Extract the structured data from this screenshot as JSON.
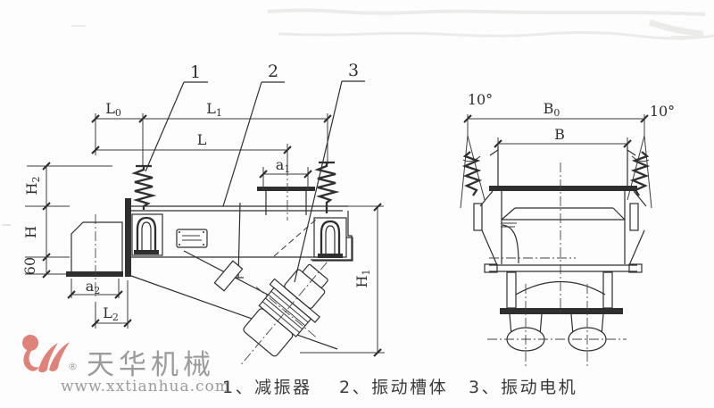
{
  "brand": {
    "name": "天华机械",
    "website": "www.xxtianhua.com",
    "logo_reg": "®",
    "logo_color": "#df837a"
  },
  "legend": {
    "items": [
      {
        "text": "1、减振器"
      },
      {
        "text": "2、振动槽体"
      },
      {
        "text": "3、振动电机"
      }
    ]
  },
  "callouts": {
    "c1": "1",
    "c2": "2",
    "c3": "3"
  },
  "dims": {
    "L0": {
      "base": "L",
      "sub": "0"
    },
    "L1": {
      "base": "L",
      "sub": "1"
    },
    "L": {
      "base": "L",
      "sub": ""
    },
    "H2": {
      "base": "H",
      "sub": "2"
    },
    "H": {
      "base": "H",
      "sub": ""
    },
    "n60": {
      "base": "60",
      "sub": ""
    },
    "a2": {
      "base": "a",
      "sub": "2"
    },
    "L2": {
      "base": "L",
      "sub": "2"
    },
    "a1": {
      "base": "a",
      "sub": "1"
    },
    "H1": {
      "base": "H",
      "sub": "1"
    },
    "B0": {
      "base": "B",
      "sub": "0"
    },
    "B": {
      "base": "B",
      "sub": ""
    },
    "angle_left": "10°",
    "angle_right": "10°"
  },
  "colors": {
    "ink": "#2f2f2f",
    "brand_text": "#9b9b9b",
    "legend_ink": "#3a3a3a"
  }
}
